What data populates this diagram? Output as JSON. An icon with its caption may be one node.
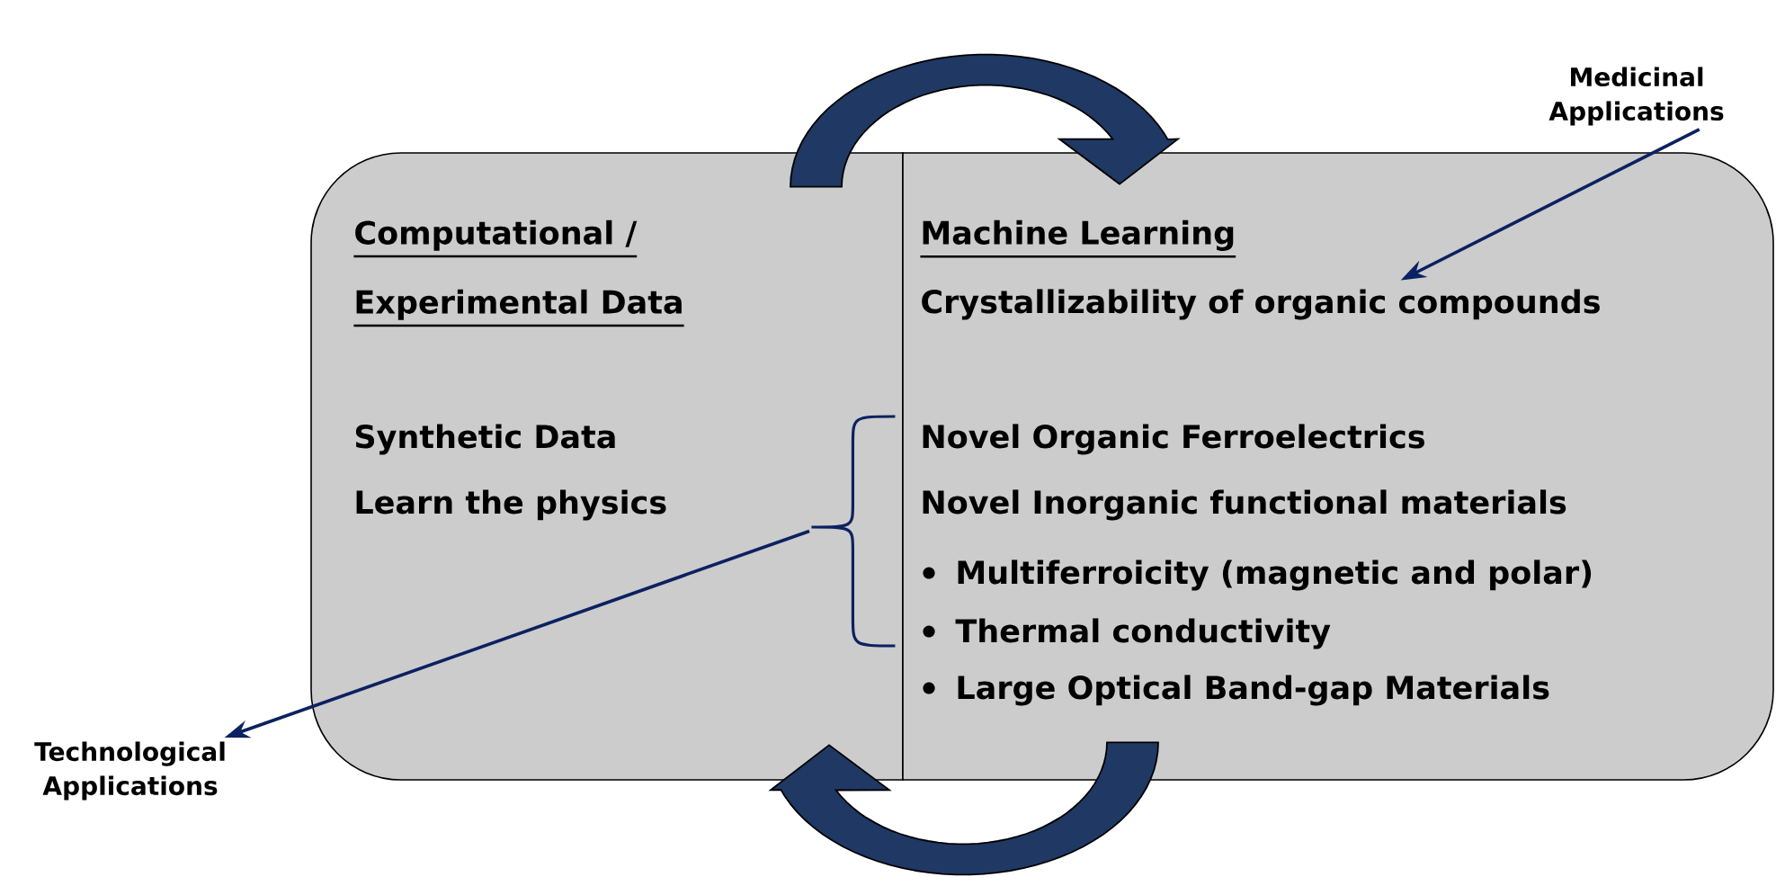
{
  "diagram": {
    "nodes": [
      {
        "text": [
          "Computational / Experimental Data",
          "Synthetic Data",
          "Learn the physics"
        ]
      },
      {
        "text": [],
        "shape": "bracket",
        "in": 0
      },
      {
        "text": [
          "Machine Learning",
          "Crystallizability of organic compounds",
          "Novel Organic Ferroelectrics",
          "Novel Inorganic functional materials",
          "Multiferroicity (magnetic and polar)",
          "Thermal conductivity",
          "Large Optical Band-gap Materials"
        ]
      },
      {
        "text": [
          "Medicinal Applications"
        ]
      },
      {
        "text": [
          "Technological Applications"
        ]
      }
    ],
    "edges": [
      {
        "from": 0,
        "to": 2,
        "arrow": "to",
        "style": "thick"
      },
      {
        "from": 2,
        "to": 0,
        "arrow": "to",
        "style": "thick"
      },
      {
        "from": 3,
        "to": 2,
        "arrow": "to"
      },
      {
        "from": 1,
        "to": 4,
        "arrow": "to"
      }
    ]
  }
}
